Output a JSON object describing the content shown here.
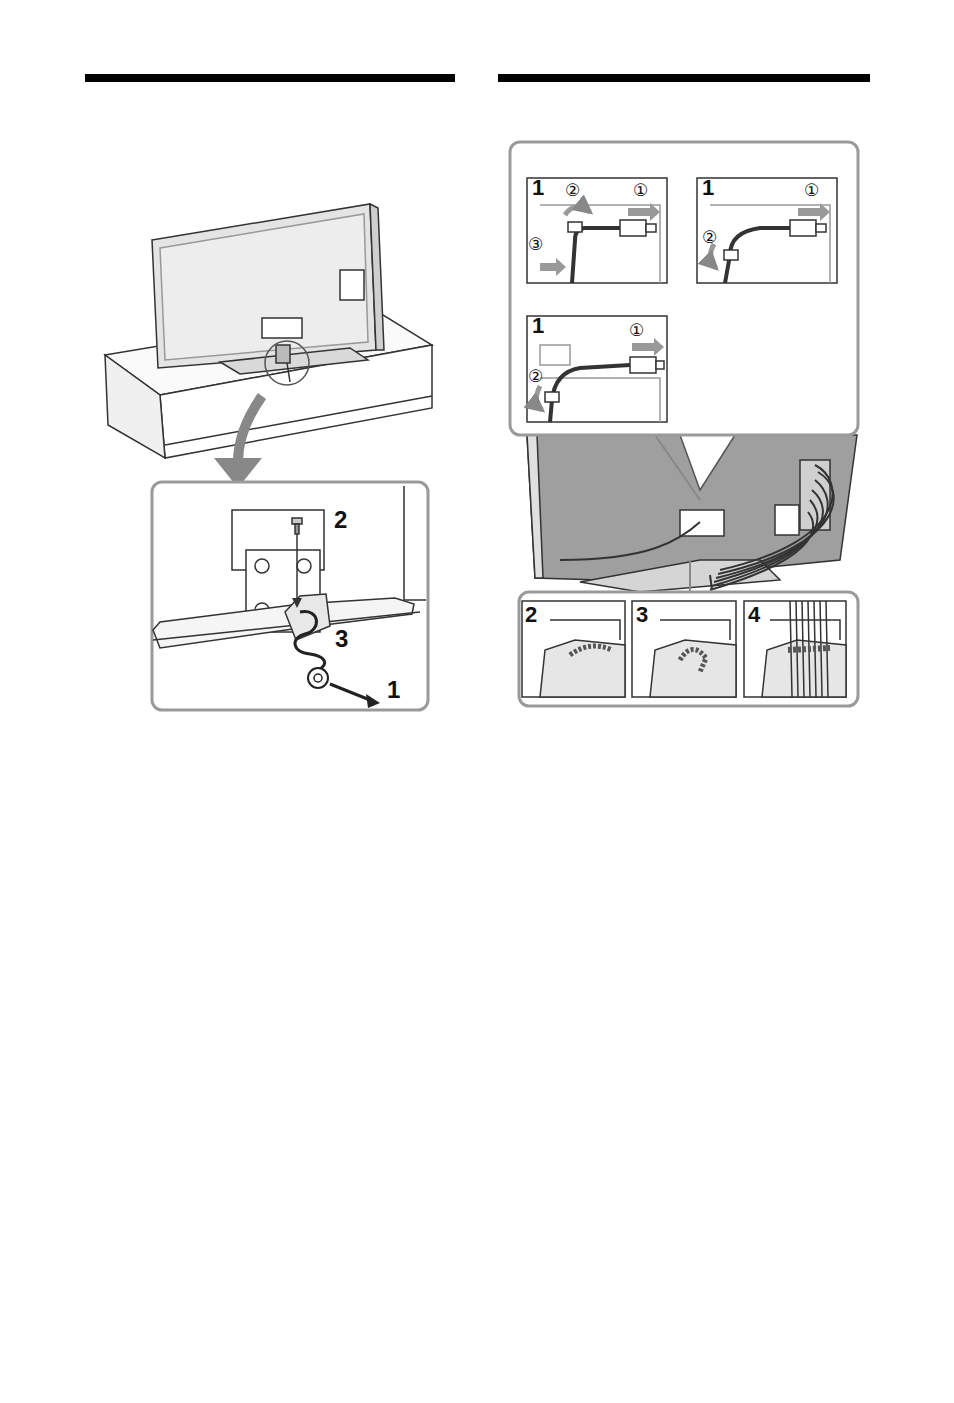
{
  "diagram": {
    "labels": [
      "2",
      "3",
      "1",
      "1",
      "②",
      "①",
      "③",
      "1",
      "①",
      "②",
      "1",
      "①",
      "②",
      "2",
      "3",
      "4"
    ]
  }
}
